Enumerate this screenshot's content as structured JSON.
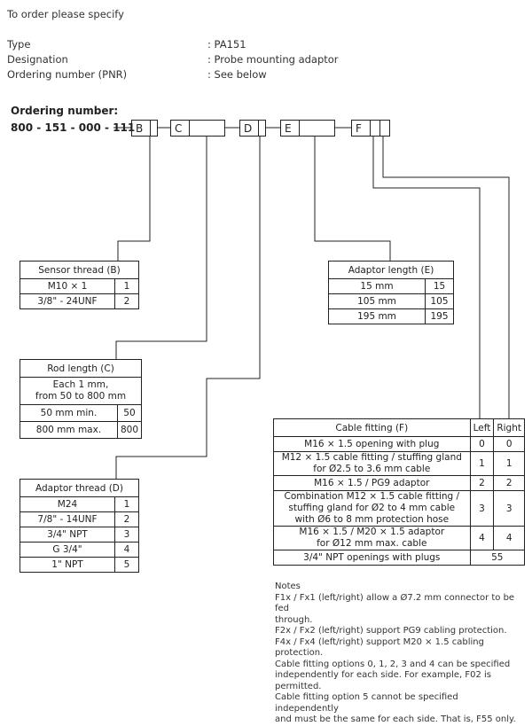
{
  "header": {
    "intro": "To order please specify",
    "rows": [
      {
        "label": "Type",
        "value": ": PA151"
      },
      {
        "label": "Designation",
        "value": ": Probe mounting adaptor"
      },
      {
        "label": "Ordering number (PNR)",
        "value": ": See below"
      }
    ]
  },
  "ordering": {
    "title": "Ordering number:",
    "prefix": "800 - 151 - 000 - 111",
    "slots": [
      "B",
      "C",
      "D",
      "E",
      "F"
    ]
  },
  "sensor_thread": {
    "title": "Sensor thread (B)",
    "rows": [
      [
        "M10 × 1",
        "1"
      ],
      [
        "3/8\" - 24UNF",
        "2"
      ]
    ]
  },
  "adaptor_length": {
    "title": "Adaptor length (E)",
    "rows": [
      [
        "15 mm",
        "15"
      ],
      [
        "105 mm",
        "105"
      ],
      [
        "195 mm",
        "195"
      ]
    ]
  },
  "rod_length": {
    "title": "Rod length (C)",
    "desc_line1": "Each 1 mm,",
    "desc_line2": "from 50 to 800 mm",
    "rows": [
      [
        "50 mm min.",
        "50"
      ],
      [
        "800 mm max.",
        "800"
      ]
    ]
  },
  "adaptor_thread": {
    "title": "Adaptor thread (D)",
    "rows": [
      [
        "M24",
        "1"
      ],
      [
        "7/8\" - 14UNF",
        "2"
      ],
      [
        "3/4\" NPT",
        "3"
      ],
      [
        "G 3/4\"",
        "4"
      ],
      [
        "1\" NPT",
        "5"
      ]
    ]
  },
  "cable_fitting": {
    "title": "Cable fitting (F)",
    "col_left": "Left",
    "col_right": "Right",
    "rows": [
      {
        "lines": [
          "M16 × 1.5 opening with plug"
        ],
        "left": "0",
        "right": "0"
      },
      {
        "lines": [
          "M12 × 1.5 cable fitting / stuffing gland",
          "for Ø2.5 to 3.6 mm cable"
        ],
        "left": "1",
        "right": "1"
      },
      {
        "lines": [
          "M16 × 1.5 / PG9 adaptor"
        ],
        "left": "2",
        "right": "2"
      },
      {
        "lines": [
          "Combination M12 × 1.5 cable fitting /",
          "stuffing gland for Ø2 to 4 mm cable",
          "with Ø6 to 8 mm protection hose"
        ],
        "left": "3",
        "right": "3"
      },
      {
        "lines": [
          "M16 × 1.5 / M20 × 1.5 adaptor",
          "for Ø12 mm max. cable"
        ],
        "left": "4",
        "right": "4"
      }
    ],
    "last_row": {
      "label": "3/4\" NPT openings with plugs",
      "value": "55"
    }
  },
  "notes": {
    "title": "Notes",
    "lines": [
      "F1x / Fx1 (left/right) allow a Ø7.2 mm connector to be fed",
      "through.",
      "F2x / Fx2 (left/right) support PG9 cabling protection.",
      "F4x / Fx4 (left/right) support M20 × 1.5 cabling protection.",
      "Cable fitting options 0, 1, 2, 3 and 4 can be specified",
      "independently for each side. For example, F02 is permitted.",
      "Cable fitting option 5 cannot be specified independently",
      "and must be the same for each side. That is, F55 only."
    ]
  }
}
